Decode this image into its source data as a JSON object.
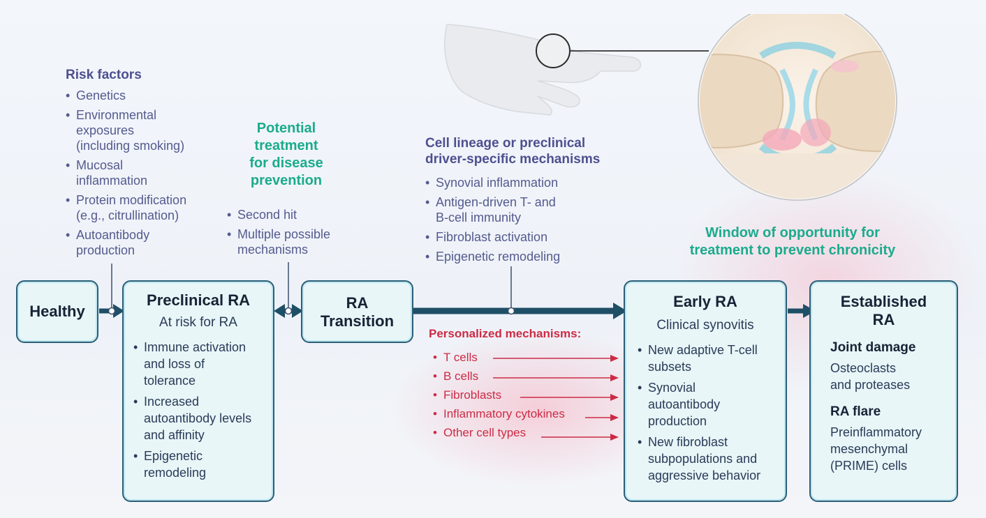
{
  "risk_factors": {
    "title": "Risk factors",
    "items": [
      {
        "lines": [
          "Genetics"
        ]
      },
      {
        "lines": [
          "Environmental",
          "exposures",
          "(including smoking)"
        ]
      },
      {
        "lines": [
          "Mucosal",
          "inflammation"
        ]
      },
      {
        "lines": [
          "Protein modification",
          "(e.g., citrullination)"
        ]
      },
      {
        "lines": [
          "Autoantibody",
          "production"
        ]
      }
    ]
  },
  "prevention": {
    "lines": [
      "Potential",
      "treatment",
      "for disease",
      "prevention"
    ]
  },
  "transition_notes": {
    "items": [
      {
        "lines": [
          "Second hit"
        ]
      },
      {
        "lines": [
          "Multiple possible",
          "mechanisms"
        ]
      }
    ]
  },
  "cell_lineage": {
    "title_lines": [
      "Cell lineage or preclinical",
      "driver-specific mechanisms"
    ],
    "items": [
      {
        "lines": [
          "Synovial inflammation"
        ]
      },
      {
        "lines": [
          "Antigen-driven T- and",
          "B-cell immunity"
        ]
      },
      {
        "lines": [
          "Fibroblast activation"
        ]
      },
      {
        "lines": [
          "Epigenetic remodeling"
        ]
      }
    ]
  },
  "window": {
    "lines": [
      "Window of opportunity for",
      "treatment to prevent chronicity"
    ]
  },
  "personalized": {
    "title": "Personalized mechanisms:",
    "items": [
      "T cells",
      "B cells",
      "Fibroblasts",
      "Inflammatory cytokines",
      "Other cell types"
    ]
  },
  "boxes": {
    "healthy": {
      "title": "Healthy"
    },
    "preclinical": {
      "title": "Preclinical RA",
      "subtitle": "At risk for RA",
      "items": [
        {
          "lines": [
            "Immune activation",
            "and loss of",
            "tolerance"
          ]
        },
        {
          "lines": [
            "Increased",
            "autoantibody levels",
            "and affinity"
          ]
        },
        {
          "lines": [
            "Epigenetic",
            "remodeling"
          ]
        }
      ]
    },
    "transition": {
      "title_lines": [
        "RA",
        "Transition"
      ]
    },
    "early": {
      "title": "Early RA",
      "subtitle": "Clinical synovitis",
      "items": [
        {
          "lines": [
            "New adaptive T-cell",
            "subsets"
          ]
        },
        {
          "lines": [
            "Synovial",
            "autoantibody",
            "production"
          ]
        },
        {
          "lines": [
            "New fibroblast",
            "subpopulations and",
            "aggressive behavior"
          ]
        }
      ]
    },
    "established": {
      "title_lines": [
        "Established",
        "RA"
      ],
      "sections": [
        {
          "heading": "Joint damage",
          "lines": [
            "Osteoclasts",
            "and proteases"
          ]
        },
        {
          "heading": "RA flare",
          "lines": [
            "Preinflammatory",
            "mesenchymal",
            "(PRIME) cells"
          ]
        }
      ]
    }
  },
  "colors": {
    "arrow": "#1f4f66",
    "box_border": "#2b5e77",
    "box_fill": "#e8f6f8",
    "teal_text": "#1bab8c",
    "purple_text": "#4e4f8f",
    "red_text": "#cc2b45"
  }
}
